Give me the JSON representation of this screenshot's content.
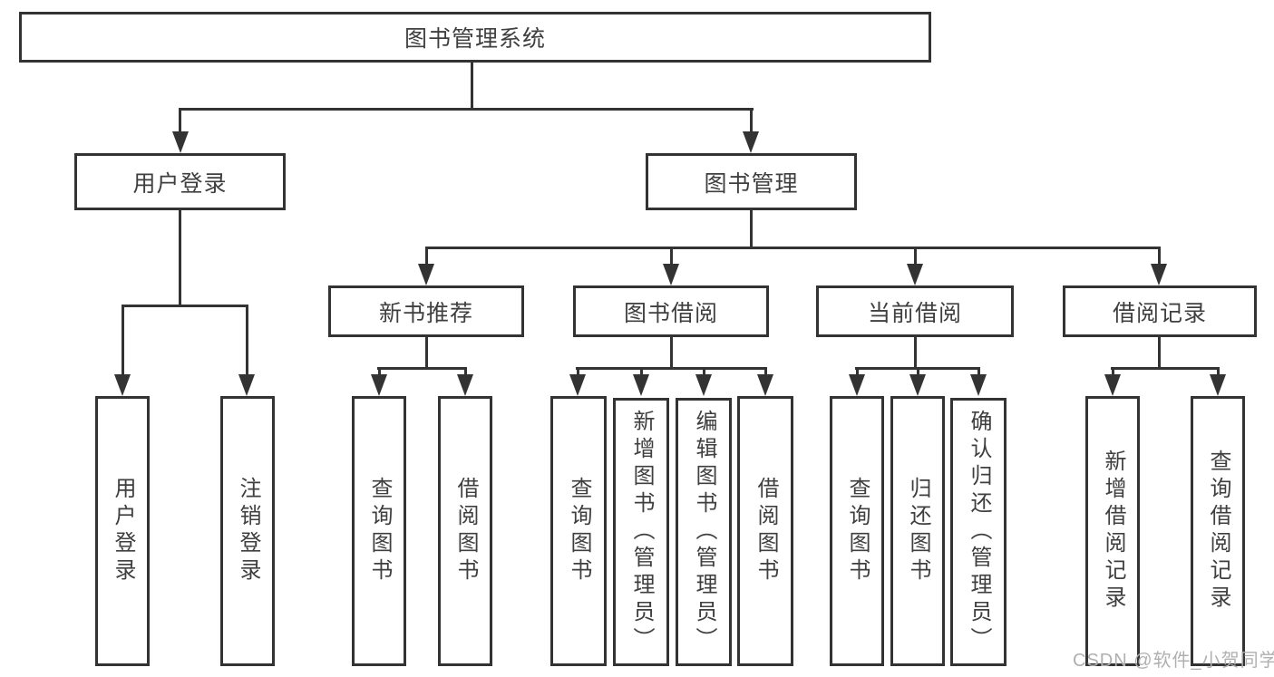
{
  "tree": {
    "root": {
      "label": "图书管理系统"
    },
    "branches": [
      {
        "label": "用户登录",
        "children": [
          {
            "label": "用户登录"
          },
          {
            "label": "注销登录"
          }
        ]
      },
      {
        "label": "图书管理",
        "children": [
          {
            "label": "新书推荐",
            "children": [
              {
                "label": "查询图书"
              },
              {
                "label": "借阅图书"
              }
            ]
          },
          {
            "label": "图书借阅",
            "children": [
              {
                "label": "查询图书"
              },
              {
                "label": "新增图书（管理员）"
              },
              {
                "label": "编辑图书（管理员）"
              },
              {
                "label": "借阅图书"
              }
            ]
          },
          {
            "label": "当前借阅",
            "children": [
              {
                "label": "查询图书"
              },
              {
                "label": "归还图书"
              },
              {
                "label": "确认归还（管理员）"
              }
            ]
          },
          {
            "label": "借阅记录",
            "children": [
              {
                "label": "新增借阅记录"
              },
              {
                "label": "查询借阅记录"
              }
            ]
          }
        ]
      }
    ]
  },
  "watermark": {
    "text": "CSDN @软件_小贺同学"
  },
  "colors": {
    "line": "#333333",
    "text": "#3f3f3f",
    "background": "#ffffff",
    "watermark": "#b0b0b0"
  }
}
